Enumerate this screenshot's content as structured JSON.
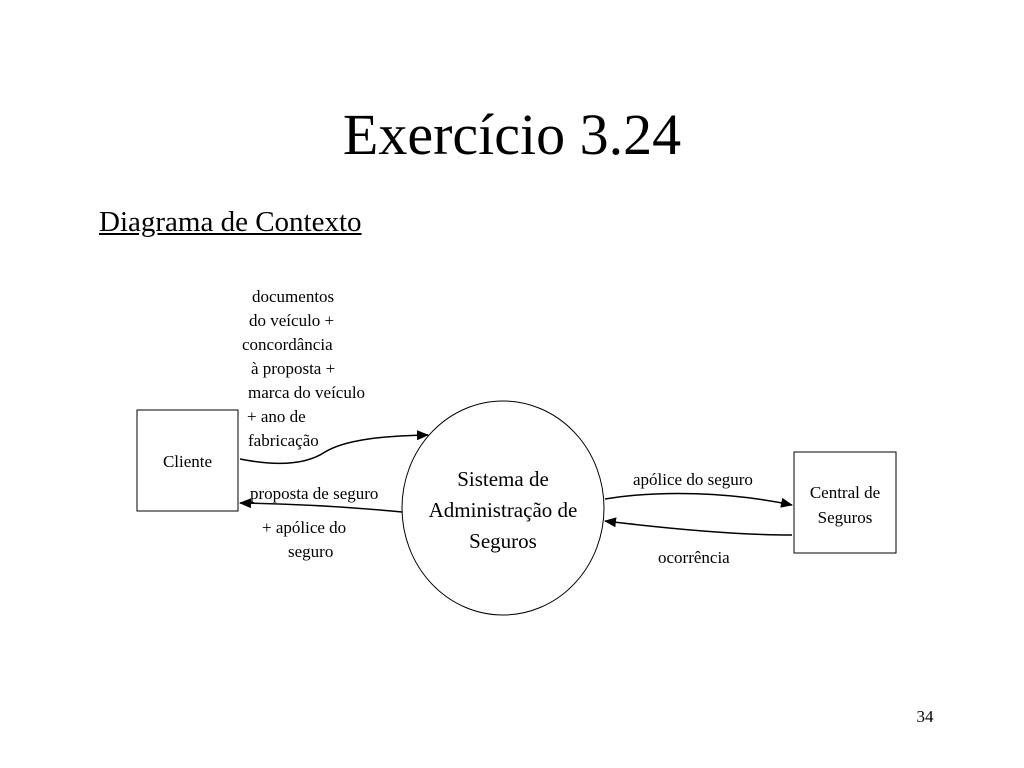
{
  "slide": {
    "title": "Exercício 3.24",
    "subtitle": "Diagrama de Contexto",
    "page_number": "34"
  },
  "diagram": {
    "entities": {
      "cliente": {
        "label": "Cliente"
      },
      "central": {
        "lines": [
          "Central de",
          "Seguros"
        ]
      }
    },
    "process": {
      "lines": [
        "Sistema de",
        "Administração de",
        "Seguros"
      ]
    },
    "flows": {
      "documentos": {
        "lines": [
          "documentos",
          "do veículo +",
          "concordância",
          "à proposta +",
          "marca do veículo",
          "+ ano de",
          "fabricação"
        ]
      },
      "proposta": {
        "lines": [
          "proposta de seguro",
          "+ apólice do",
          "seguro"
        ]
      },
      "apolice": {
        "label": "apólice do seguro"
      },
      "ocorrencia": {
        "label": "ocorrência"
      }
    }
  }
}
